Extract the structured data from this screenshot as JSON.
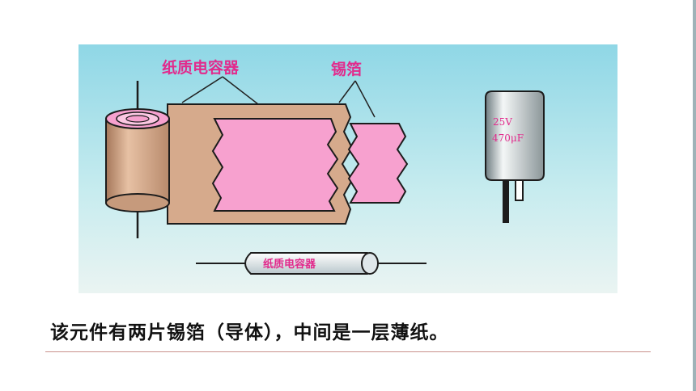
{
  "figure": {
    "label_paper_capacitor": "纸质电容器",
    "label_tin_foil": "锡箔",
    "electrolytic_voltage": "25V",
    "electrolytic_capacitance": "470μF",
    "axial_label": "纸质电容器"
  },
  "caption": "该元件有两片锡箔（导体），中间是一层薄纸。",
  "colors": {
    "paper": "#d6aa8c",
    "foil": "#f7a1cf",
    "label": "#e22a8c",
    "sky_top": "#8fd7e6",
    "sky_bottom": "#eaf4f2"
  }
}
